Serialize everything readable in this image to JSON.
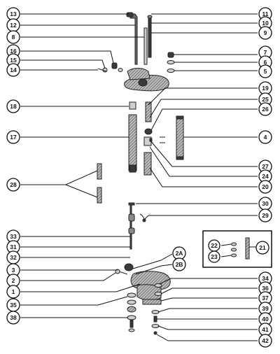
{
  "colors": {
    "ink": "#111111",
    "paper": "#ffffff",
    "part_dark": "#3a3a3a",
    "part_mid": "#8a8a8a"
  },
  "callouts": {
    "c13": "13",
    "c12": "12",
    "c8": "8",
    "c16": "16",
    "c15": "15",
    "c14": "14",
    "c11": "11",
    "c10": "10",
    "c9": "9",
    "c7": "7",
    "c6": "6",
    "c5": "5",
    "c18": "18",
    "c19": "19",
    "c25": "25",
    "c26": "26",
    "c17": "17",
    "c4": "4",
    "c27": "27",
    "c24": "24",
    "c28": "28",
    "c20": "20",
    "c30": "30",
    "c29": "29",
    "c22": "22",
    "c23": "23",
    "c21": "21",
    "c33": "33",
    "c31": "31",
    "c32": "32",
    "c2A": "2A",
    "c2B": "2B",
    "c3": "3",
    "c2": "2",
    "c1": "1",
    "c35": "35",
    "c38": "38",
    "c34": "34",
    "c36": "36",
    "c37": "37",
    "c39": "39",
    "c40": "40",
    "c41": "41",
    "c42": "42"
  }
}
